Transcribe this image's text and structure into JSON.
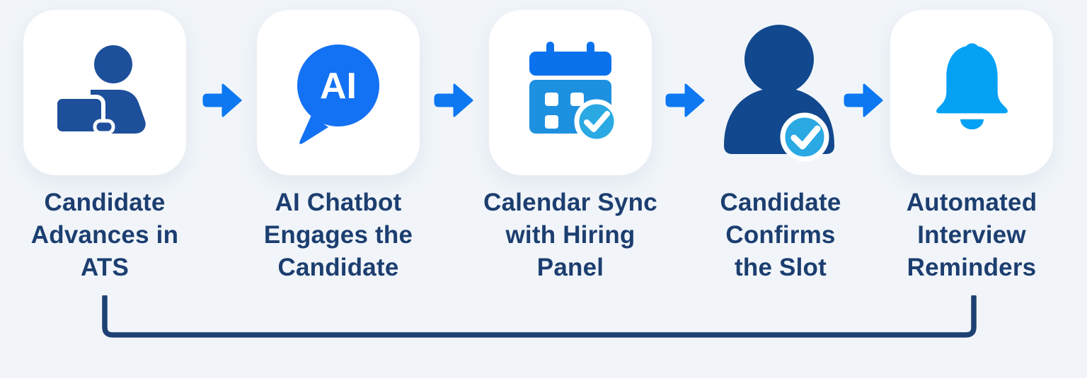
{
  "diagram": {
    "type": "flowchart",
    "direction": "left-to-right",
    "steps": [
      {
        "icon": "person-laptop-icon",
        "label": "Candidate\nAdvances in\nATS"
      },
      {
        "icon": "ai-chat-bubble-icon",
        "icon_text": "AI",
        "label": "AI Chatbot\nEngages the\nCandidate"
      },
      {
        "icon": "calendar-check-icon",
        "label": "Calendar Sync\nwith Hiring\nPanel"
      },
      {
        "icon": "person-check-icon",
        "label": "Candidate\nConfirms\nthe Slot"
      },
      {
        "icon": "bell-icon",
        "label": "Automated\nInterview\nReminders"
      }
    ],
    "connectors": {
      "arrows_between_steps": 4,
      "feedback_loop_line": "bracket from last step back to first step"
    },
    "colors": {
      "background": "#f1f5f9",
      "card_background": "#ffffff",
      "label_text": "#1c3e70",
      "arrow_blue": "#0d78f2",
      "icon_navy": "#1d4f9b",
      "icon_navy_dark": "#11488e",
      "chat_bubble_blue": "#1371f3",
      "calendar_header_blue": "#0b72ee",
      "calendar_body_blue": "#1e90e0",
      "check_badge_blue": "#2aa9e3",
      "bell_blue": "#05a1f5",
      "loop_line_navy": "#1e4173"
    }
  }
}
